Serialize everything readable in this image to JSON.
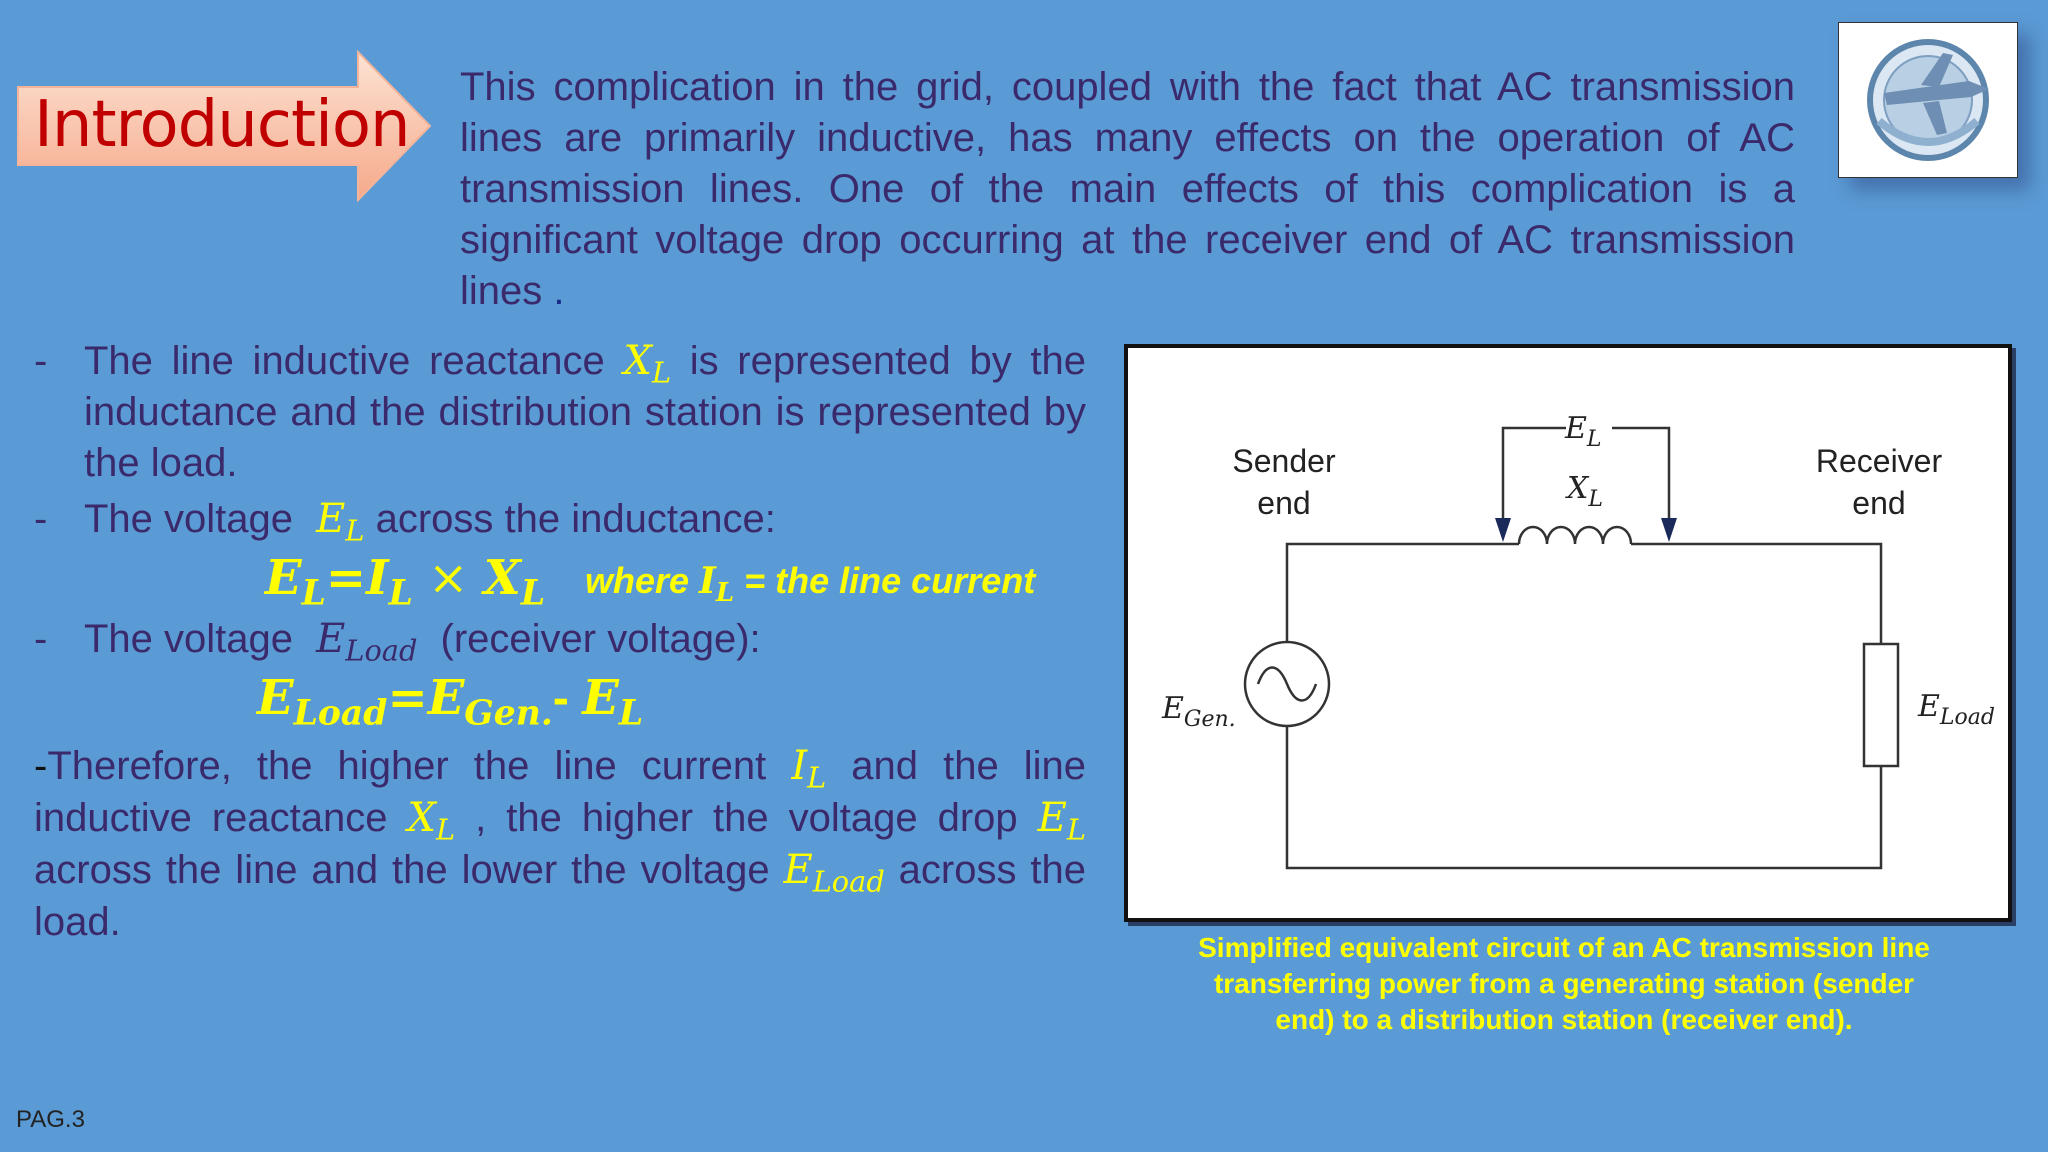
{
  "header": {
    "label": "Introduction"
  },
  "intro_paragraph": {
    "text": "This complication in the grid, coupled with the fact that AC transmission lines are primarily inductive, has many effects on the operation of AC transmission lines. One of the main effects of this complication is a significant voltage drop occurring at the receiver end of AC transmission lines",
    "ending": " ."
  },
  "bullets": {
    "dash": "-",
    "b1_part1": "The line inductive reactance ",
    "b1_sym": "X",
    "b1_sub": "L",
    "b1_part2": " is represented by the inductance and the distribution station is represented by the load.",
    "b2_part1": "The voltage ",
    "b2_sym": "E",
    "b2_sub": "L",
    "b2_part2": " across the inductance:",
    "b3_part1": "The voltage ",
    "b3_sym": "E",
    "b3_sub": "Load",
    "b3_part2": " (receiver voltage):"
  },
  "equations": {
    "eq1_lhs": "E",
    "eq1_lhs_sub": "L",
    "eq1_eq": "=",
    "eq1_i": "I",
    "eq1_i_sub": "L",
    "eq1_times": " × ",
    "eq1_x": "X",
    "eq1_x_sub": "L",
    "where_text": "where ",
    "where_i": "I",
    "where_i_sub": "L",
    "where_rest": " = the line current",
    "eq2_lhs": "E",
    "eq2_lhs_sub": "Load",
    "eq2_eq": "=",
    "eq2_gen": "E",
    "eq2_gen_sub": "Gen.",
    "eq2_minus": "- ",
    "eq2_el": "E",
    "eq2_el_sub": "L"
  },
  "therefore": {
    "dash": "-",
    "t1": "Therefore, the higher the line current ",
    "i": "I",
    "i_sub": "L",
    "t2": " and the line inductive reactance ",
    "x": "X",
    "x_sub": "L",
    "t3": " , the higher the voltage drop ",
    "e": "E",
    "e_sub": "L",
    "t4": " across the line and the lower the voltage ",
    "eload": "E",
    "eload_sub": "Load",
    "t5": " across the load."
  },
  "circuit": {
    "sender_line1": "Sender",
    "sender_line2": "end",
    "receiver_line1": "Receiver",
    "receiver_line2": "end",
    "el_sym": "E",
    "el_sub": "L",
    "xl_sym": "X",
    "xl_sub": "L",
    "egen_sym": "E",
    "egen_sub": "Gen.",
    "eload_sym": "E",
    "eload_sub": "Load"
  },
  "caption": {
    "line1": "Simplified equivalent circuit of an AC transmission line",
    "line2": "transferring power from a generating station (sender",
    "line3": "end) to a distribution station (receiver end)."
  },
  "footer": {
    "page": "PAG.3"
  },
  "colors": {
    "background": "#5b9bd5",
    "body_text": "#3a2a6b",
    "accent_yellow": "#ffff00",
    "intro_red": "#c00000"
  }
}
